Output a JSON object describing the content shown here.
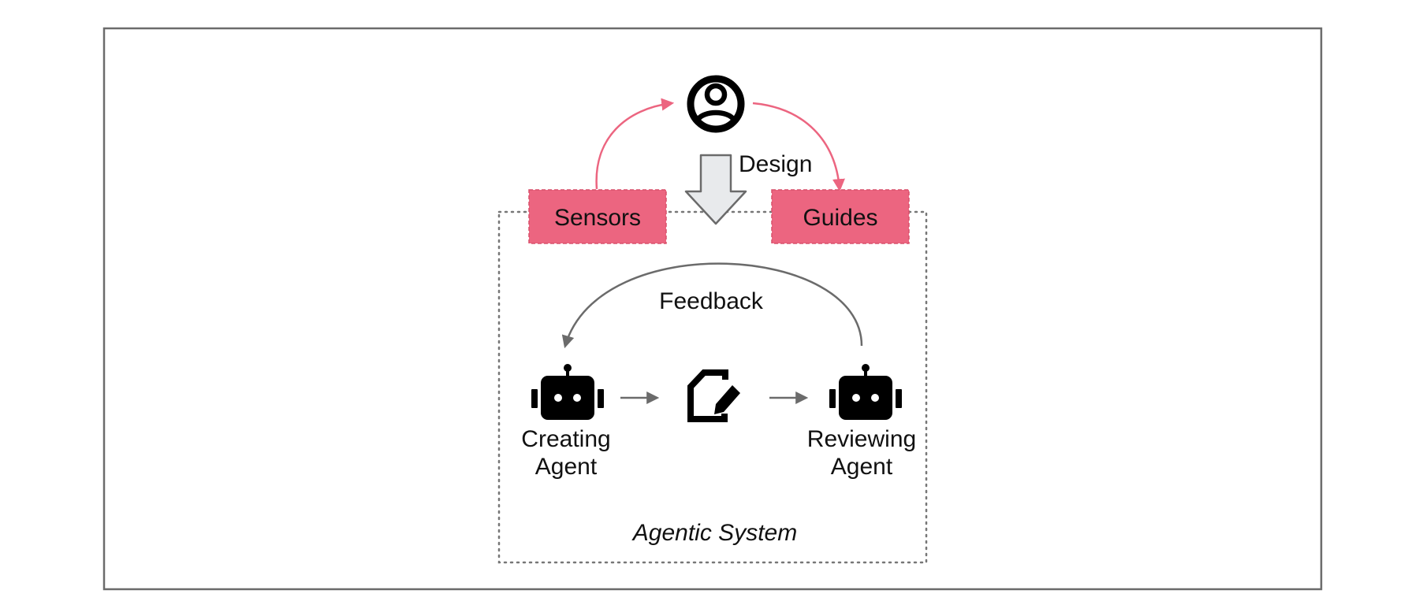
{
  "diagram": {
    "labels": {
      "design": "Design",
      "sensors": "Sensors",
      "guides": "Guides",
      "feedback": "Feedback",
      "creating_agent_line1": "Creating",
      "creating_agent_line2": "Agent",
      "reviewing_agent_line1": "Reviewing",
      "reviewing_agent_line2": "Agent",
      "system_name": "Agentic System"
    },
    "icons": {
      "user": "user-circle-icon",
      "creating_agent": "robot-icon",
      "artifact": "document-edit-icon",
      "reviewing_agent": "robot-icon"
    },
    "colors": {
      "accent_pink": "#ec6580",
      "frame_gray": "#6b6b6b",
      "design_arrow_fill": "#e8eaec",
      "text": "#111111"
    }
  }
}
